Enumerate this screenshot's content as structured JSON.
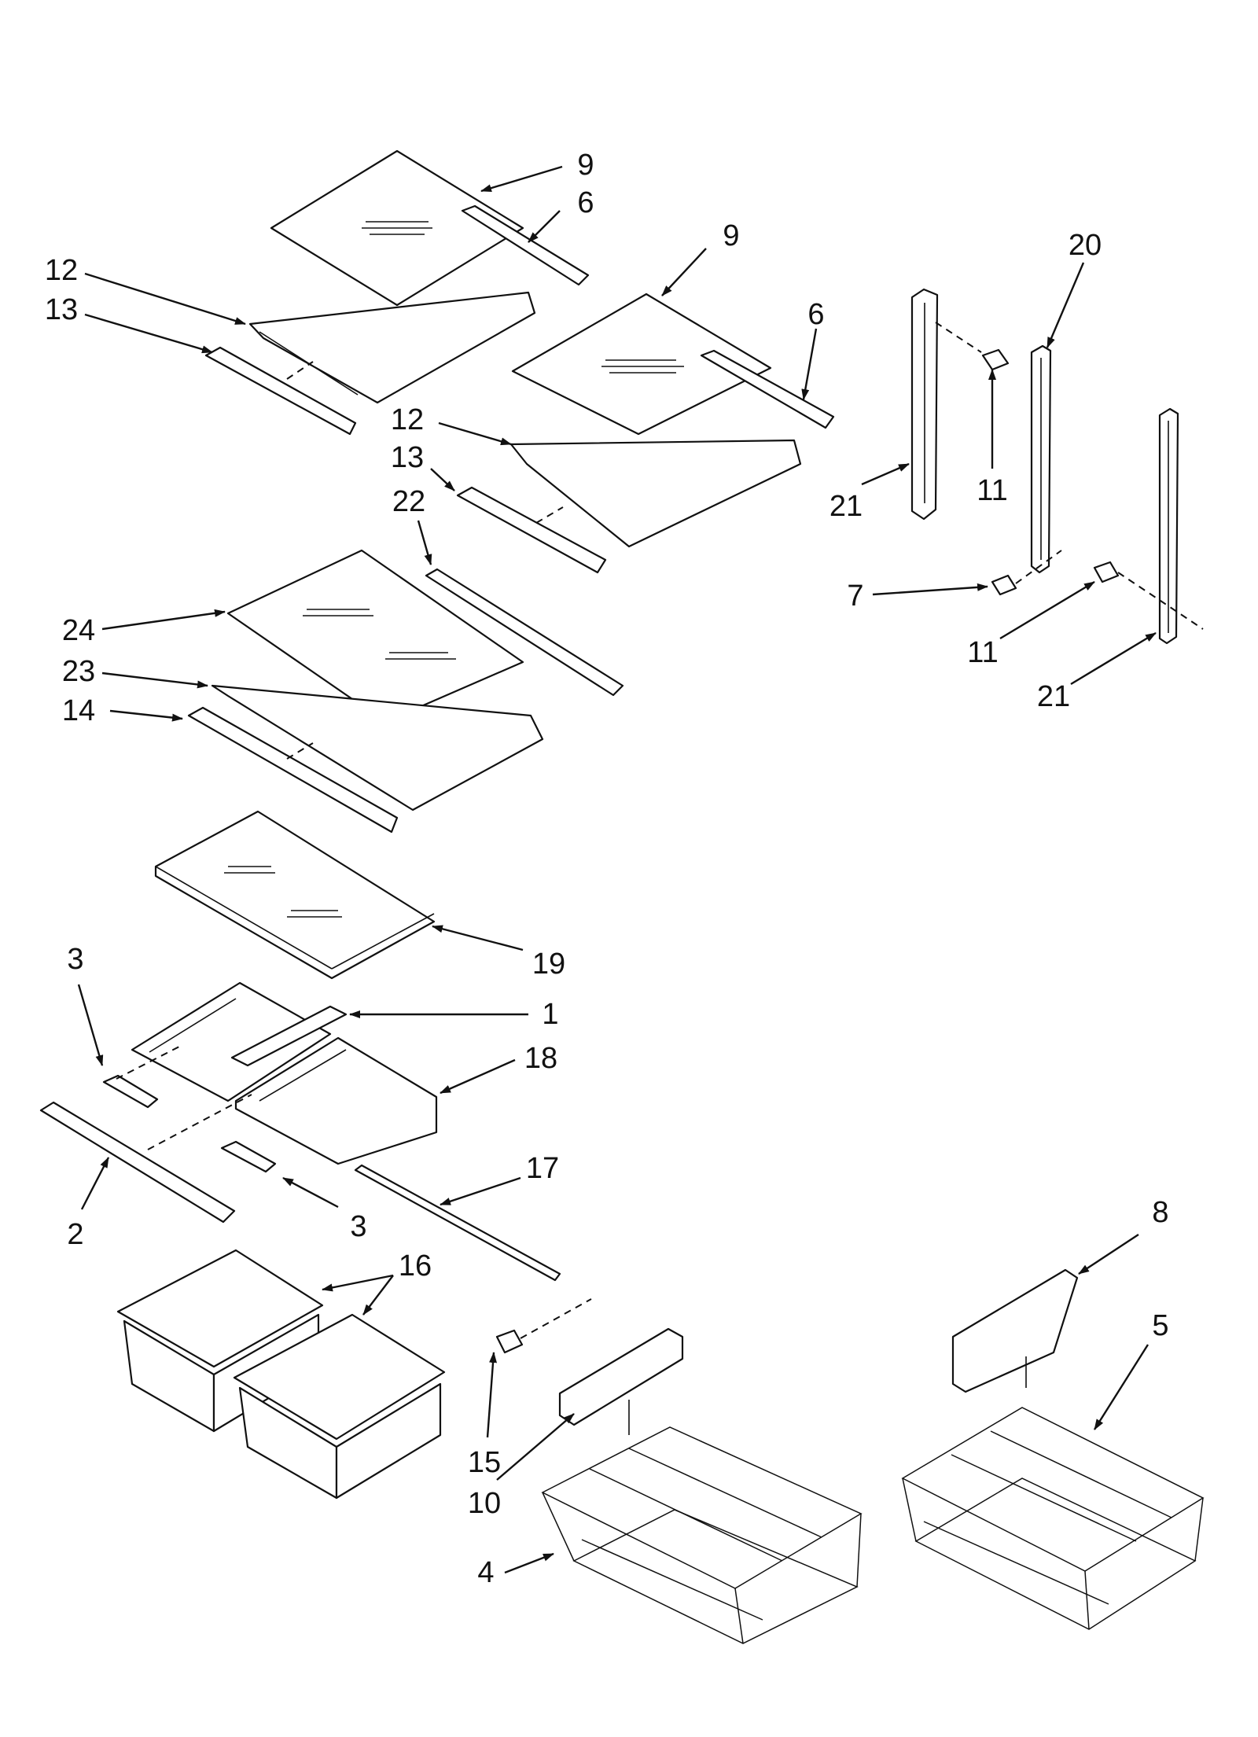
{
  "diagram": {
    "labels": [
      "1",
      "2",
      "3",
      "4",
      "5",
      "6",
      "7",
      "8",
      "9",
      "10",
      "11",
      "12",
      "13",
      "14",
      "15",
      "16",
      "17",
      "18",
      "19",
      "20",
      "21",
      "22",
      "23",
      "24"
    ],
    "colors": {
      "line": "#111111",
      "background": "#ffffff"
    }
  }
}
